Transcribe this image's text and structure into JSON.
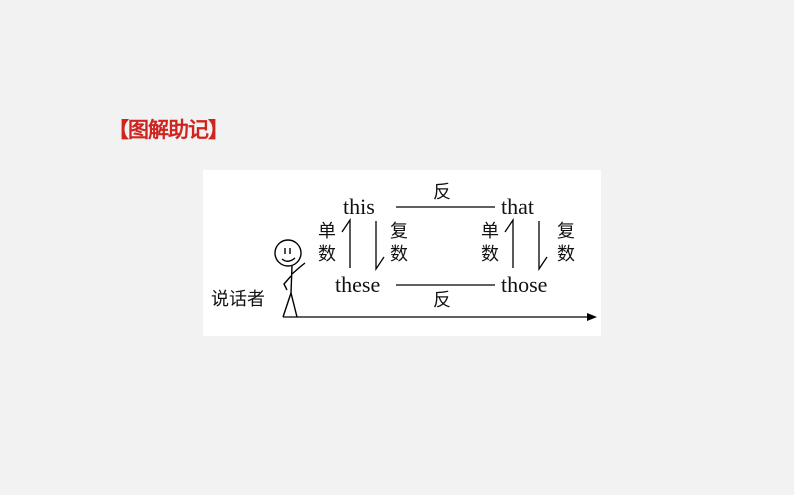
{
  "heading": "【图解助记】",
  "diagram": {
    "this": "this",
    "that": "that",
    "these": "these",
    "those": "those",
    "opposite_top": "反",
    "opposite_bottom": "反",
    "singular_left": "单数",
    "plural_left": "复数",
    "singular_right": "单数",
    "plural_right": "复数",
    "speaker": "说话者"
  }
}
